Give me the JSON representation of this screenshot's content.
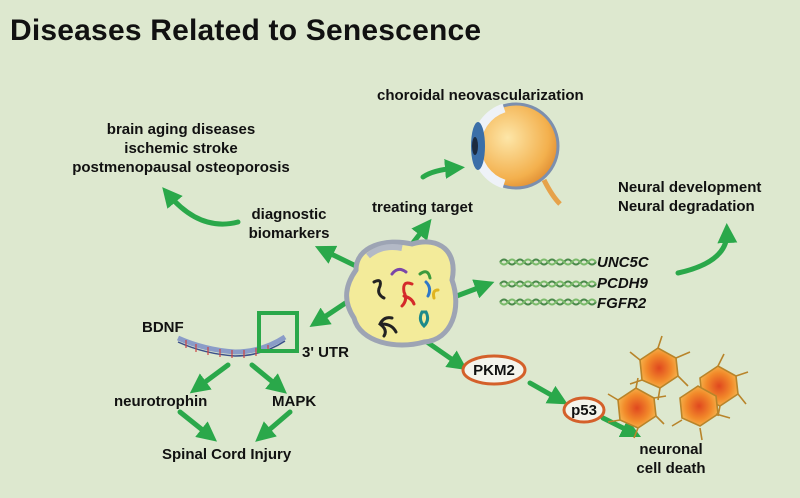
{
  "title": "Diseases Related to Senescence",
  "labels": {
    "choroidal": "choroidal neovascularization",
    "brain_aging": "brain aging diseases",
    "ischemic": "ischemic stroke",
    "osteoporosis": "postmenopausal osteoporosis",
    "treating_target": "treating target",
    "diagnostic": "diagnostic",
    "biomarkers": "biomarkers",
    "neural_dev": "Neural development",
    "neural_deg": "Neural degradation",
    "unc5c": "UNC5C",
    "pcdh9": "PCDH9",
    "fgfr2": "FGFR2",
    "bdnf": "BDNF",
    "utr": "3' UTR",
    "pkm2": "PKM2",
    "p53": "p53",
    "neurotrophin": "neurotrophin",
    "mapk": "MAPK",
    "sci": "Spinal Cord Injury",
    "neuronal": "neuronal",
    "cell_death": "cell death"
  },
  "colors": {
    "background": "#dde8cf",
    "arrow": "#2aa84a",
    "oval_outline": "#d4602a",
    "cell_fill": "#f3eb9a",
    "cell_border": "#9da4b4"
  },
  "icons": [
    "eye-icon",
    "circrna-cell-icon",
    "mrna-helix-icon",
    "bdnf-transcript-icon",
    "neuron-cells-icon"
  ]
}
